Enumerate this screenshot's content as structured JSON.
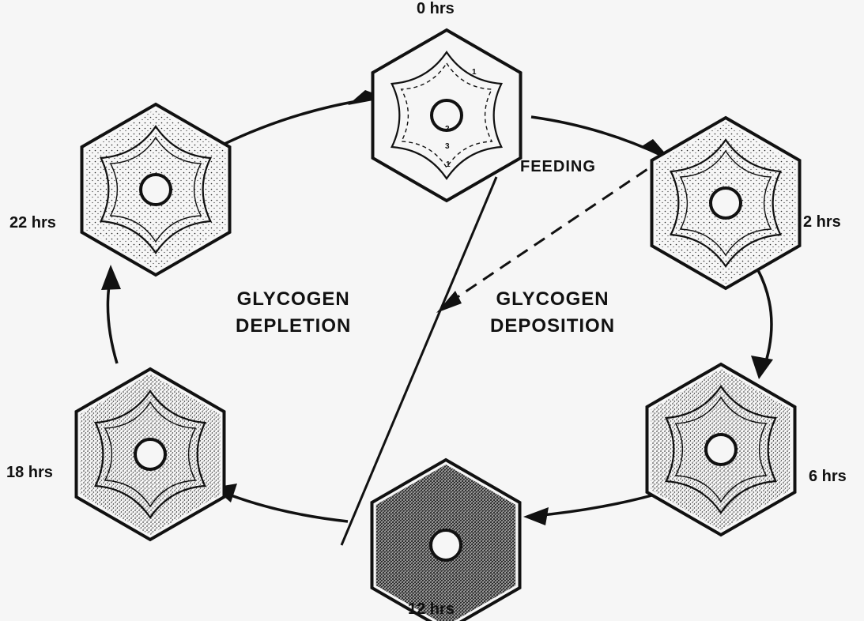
{
  "stages": [
    {
      "time": "0 hrs",
      "glycogen_level": 0.05
    },
    {
      "time": "2 hrs",
      "glycogen_level": 0.3
    },
    {
      "time": "6 hrs",
      "glycogen_level": 0.5
    },
    {
      "time": "12 hrs",
      "glycogen_level": 0.9
    },
    {
      "time": "18 hrs",
      "glycogen_level": 0.45
    },
    {
      "time": "22 hrs",
      "glycogen_level": 0.25
    }
  ],
  "phases": {
    "depletion_line1": "GLYCOGEN",
    "depletion_line2": "DEPLETION",
    "deposition_line1": "GLYCOGEN",
    "deposition_line2": "DEPOSITION"
  },
  "feeding_label": "FEEDING",
  "zone_marks": [
    "1",
    "2",
    "3",
    "1"
  ],
  "colors": {
    "outline": "#111111",
    "background": "#f6f6f6",
    "stipple": "#222222"
  }
}
